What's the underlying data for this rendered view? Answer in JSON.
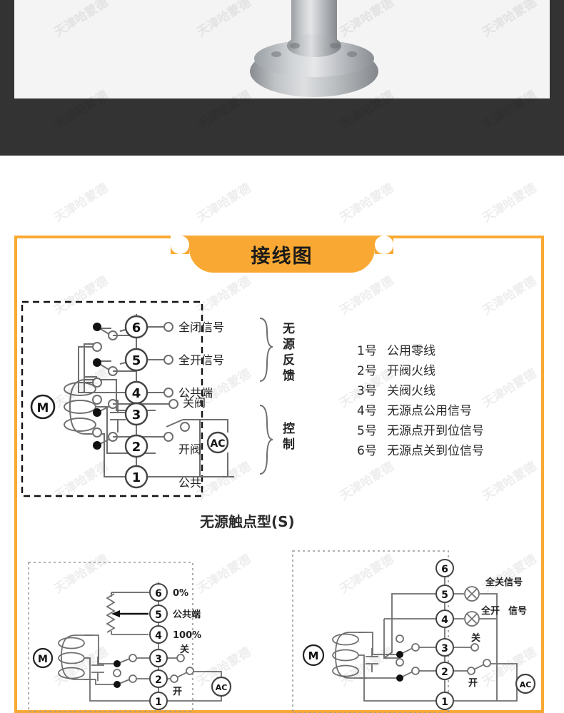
{
  "watermark": {
    "text": "天津哈蒙德"
  },
  "photo": {
    "alt": "valve-flange-product-photo"
  },
  "banner": {
    "title": "接线图"
  },
  "main_diagram": {
    "caption": "无源触点型(S)",
    "motor_label": "M",
    "ac_label": "AC",
    "terminals": [
      "1",
      "2",
      "3",
      "4",
      "5",
      "6"
    ],
    "terminal_labels": {
      "t6": "全闭信号",
      "t5": "全开信号",
      "t4": "公共端",
      "t3": "关阀",
      "t2": "开阀",
      "t1": "公共"
    },
    "group_labels": {
      "feedback": "无源反馈",
      "control": "控制"
    }
  },
  "legend": {
    "rows": [
      {
        "no": "1号",
        "desc": "公用零线"
      },
      {
        "no": "2号",
        "desc": "开阀火线"
      },
      {
        "no": "3号",
        "desc": "关阀火线"
      },
      {
        "no": "4号",
        "desc": "无源点公用信号"
      },
      {
        "no": "5号",
        "desc": "无源点开到位信号"
      },
      {
        "no": "6号",
        "desc": "无源点关到位信号"
      }
    ]
  },
  "bottom_left_diagram": {
    "motor_label": "M",
    "ac_label": "AC",
    "terminals": [
      "1",
      "2",
      "3",
      "4",
      "5",
      "6"
    ],
    "terminal_labels": {
      "t6": "0%",
      "t5": "公共端",
      "t4": "100%",
      "t3": "关",
      "t2": "开"
    }
  },
  "bottom_right_diagram": {
    "motor_label": "M",
    "ac_label": "AC",
    "terminals": [
      "1",
      "2",
      "3",
      "4",
      "5",
      "6"
    ],
    "terminal_labels": {
      "t5": "全关信号",
      "t4a": "全开",
      "t4b": "信号",
      "t3": "关",
      "t2": "开"
    }
  },
  "colors": {
    "accent_orange": "#f9a933",
    "dark_band": "#333333",
    "photo_bg": "#f4f4f4",
    "line": "#6f6f6f",
    "text": "#222222"
  }
}
